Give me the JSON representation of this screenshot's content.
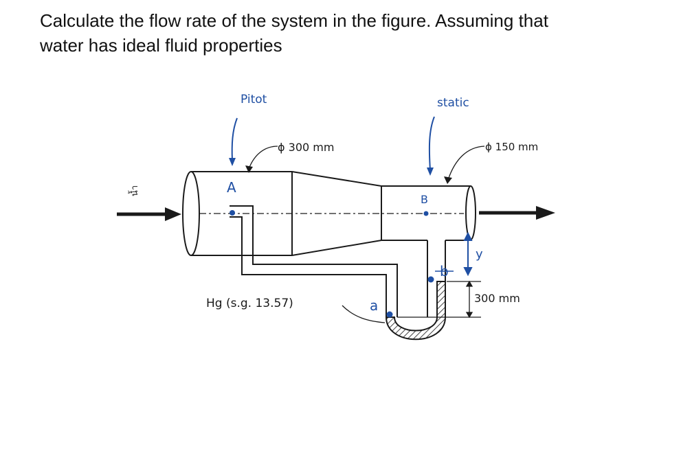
{
  "question": {
    "line1": "Calculate the flow rate of the system in the figure. Assuming that",
    "line2": "water has ideal fluid properties"
  },
  "diagram": {
    "pitot_label": "Pitot",
    "static_label": "static",
    "inlet_diameter": "ϕ 300 mm",
    "outlet_diameter": "ϕ 150 mm",
    "point_a_upper": "A",
    "point_b_upper": "B",
    "point_a_lower": "a",
    "point_b_lower": "b",
    "y_label": "y",
    "mercury_label": "Hg  (s.g. 13.57)",
    "manometer_height": "300 mm",
    "water_label": "น้ำ",
    "colors": {
      "ink": "#1a1a1a",
      "annotation_blue": "#1f4fa3"
    }
  }
}
